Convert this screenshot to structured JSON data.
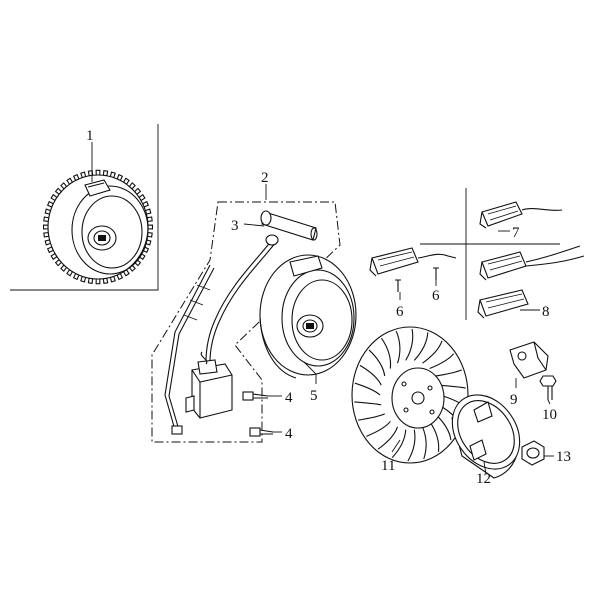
{
  "callouts": {
    "c1": "1",
    "c2": "2",
    "c3": "3",
    "c4a": "4",
    "c4b": "4",
    "c5": "5",
    "c6a": "6",
    "c6b": "6",
    "c7": "7",
    "c8": "8",
    "c9": "9",
    "c10": "10",
    "c11": "11",
    "c12": "12",
    "c13": "13"
  }
}
